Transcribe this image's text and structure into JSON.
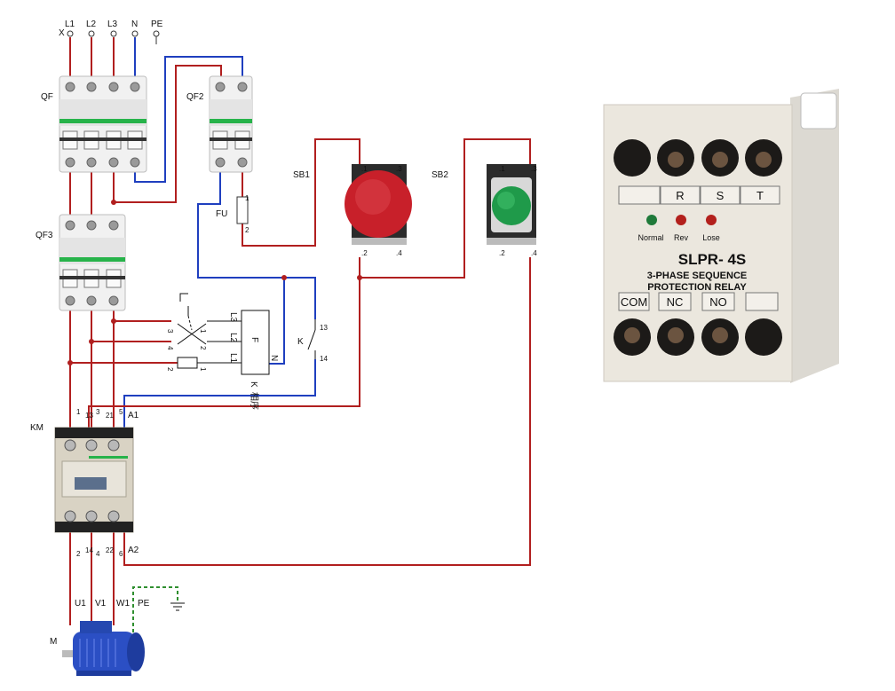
{
  "supply": {
    "l1": "L1",
    "l2": "L2",
    "l3": "L3",
    "n": "N",
    "pe": "PE",
    "x_mark": "X"
  },
  "breakers": {
    "qf": "QF",
    "qf2": "QF2",
    "qf3": "QF3"
  },
  "fuse": {
    "label": "FU",
    "pin1": "1",
    "pin2": "2"
  },
  "buttons": {
    "sb1": "SB1",
    "sb2": "SB2",
    "sb1_pins": [
      ".1",
      ".3",
      ".2",
      ".4"
    ],
    "sb2_pins": [
      ".1",
      ".3",
      ".2",
      ".4"
    ]
  },
  "phase_relay": {
    "terminals": [
      "L3",
      "L2",
      "L1"
    ],
    "f_label": "F",
    "n_label": "N",
    "contact_label": "K",
    "contact_pins": [
      "13",
      "14"
    ],
    "side_label": "K",
    "side_label_cn": "相序",
    "switch_pins": [
      "3",
      "1",
      "4",
      "2"
    ],
    "fuse_pins": [
      "2",
      "1"
    ]
  },
  "contactor": {
    "label": "KM",
    "top_pins": [
      "1",
      "13",
      "3",
      "21",
      "5",
      "A1"
    ],
    "bottom_pins": [
      "2",
      "14",
      "4",
      "22",
      "6",
      "A2"
    ]
  },
  "motor": {
    "label": "M",
    "u": "U1",
    "v": "V1",
    "w": "W1",
    "pe": "PE"
  },
  "relay_product": {
    "model": "SLPR- 4S",
    "subtitle_1": "3-PHASE SEQUENCE",
    "subtitle_2": "PROTECTION RELAY",
    "terminals_top": [
      "",
      "R",
      "S",
      "T"
    ],
    "terminals_bottom": [
      "COM",
      "NC",
      "NO",
      ""
    ],
    "leds": [
      {
        "label": "Normal",
        "color": "#1f7a3a"
      },
      {
        "label": "Rev",
        "color": "#b3201c"
      },
      {
        "label": "Lose",
        "color": "#b3201c"
      }
    ]
  },
  "colors": {
    "phase_wire": "#b11f1f",
    "neutral_wire": "#1f3fbf",
    "pe_wire": "#2f8f2f",
    "stop_button": "#c8202a",
    "start_button": "#1f9a4a"
  }
}
